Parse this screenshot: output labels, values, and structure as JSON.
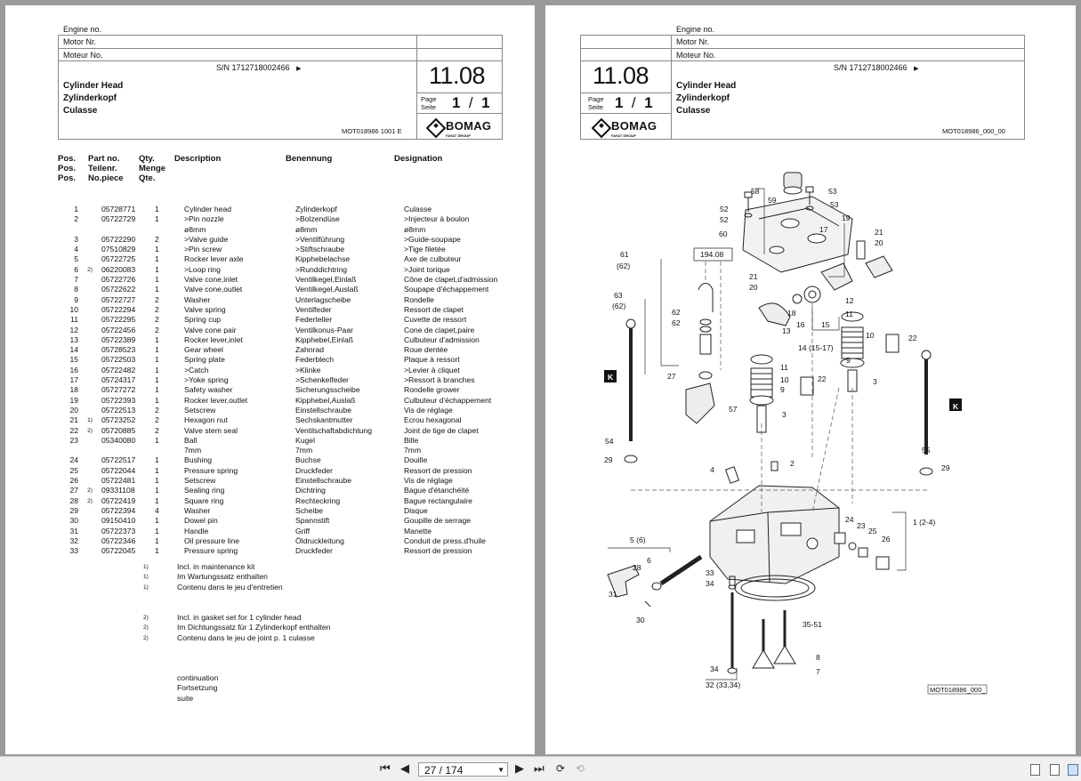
{
  "left": {
    "header": {
      "engine_no": "Engine no.",
      "motor_nr": "Motor Nr.",
      "moteur_no": "Moteur No.",
      "sn": "S/N 1712718002466",
      "sn_arrow": "▶",
      "title_en": "Cylinder Head",
      "title_de": "Zylinderkopf",
      "title_fr": "Culasse",
      "ref": "MOT018986 1001 E",
      "group": "11.08",
      "page_label1": "Page",
      "page_label2": "Seite",
      "page_num": "1",
      "page_sep": "/",
      "page_total": "1",
      "logo": "BOMAG",
      "logo_sub": "FAYAT GROUP"
    },
    "columns": {
      "pos": [
        "Pos.",
        "Pos.",
        "Pos."
      ],
      "part": [
        "Part no.",
        "Teilenr.",
        "No.piece"
      ],
      "qty": [
        "Qty.",
        "Menge",
        "Qte."
      ],
      "desc": "Description",
      "ben": "Benennung",
      "des": "Designation"
    },
    "rows": [
      {
        "pos": "1",
        "note": "",
        "part": "05728771",
        "qty": "1",
        "desc": "Cylinder head",
        "ben": "Zylinderkopf",
        "des": "Culasse"
      },
      {
        "pos": "2",
        "note": "",
        "part": "05722729",
        "qty": "1",
        "desc": ">Pin nozzle",
        "ben": ">Bolzendüse",
        "des": ">Injecteur à boulon"
      },
      {
        "pos": "",
        "note": "",
        "part": "",
        "qty": "",
        "desc": "ø8mm",
        "ben": "ø8mm",
        "des": "ø8mm"
      },
      {
        "pos": "3",
        "note": "",
        "part": "05722290",
        "qty": "2",
        "desc": ">Valve guide",
        "ben": ">Ventilführung",
        "des": ">Guide-soupape"
      },
      {
        "pos": "4",
        "note": "",
        "part": "07510829",
        "qty": "1",
        "desc": ">Pin screw",
        "ben": ">Stiftschraube",
        "des": ">Tige filetée"
      },
      {
        "pos": "5",
        "note": "",
        "part": "05722725",
        "qty": "1",
        "desc": "Rocker lever axle",
        "ben": "Kipphebelachse",
        "des": "Axe de culbuteur"
      },
      {
        "pos": "6",
        "note": "2)",
        "part": "06220083",
        "qty": "1",
        "desc": ">Loop ring",
        "ben": ">Runddichtring",
        "des": ">Joint torique"
      },
      {
        "pos": "7",
        "note": "",
        "part": "05722726",
        "qty": "1",
        "desc": "Valve cone,inlet",
        "ben": "Ventilkegel,Einlaß",
        "des": "Cône de clapet,d'admission"
      },
      {
        "pos": "8",
        "note": "",
        "part": "05722622",
        "qty": "1",
        "desc": "Valve cone,outlet",
        "ben": "Ventilkegel,Auslaß",
        "des": "Soupape d'échappement"
      },
      {
        "pos": "9",
        "note": "",
        "part": "05722727",
        "qty": "2",
        "desc": "Washer",
        "ben": "Unterlagscheibe",
        "des": "Rondelle"
      },
      {
        "pos": "10",
        "note": "",
        "part": "05722294",
        "qty": "2",
        "desc": "Valve spring",
        "ben": "Ventilfeder",
        "des": "Ressort de clapet"
      },
      {
        "pos": "11",
        "note": "",
        "part": "05722295",
        "qty": "2",
        "desc": "Spring cup",
        "ben": "Federteller",
        "des": "Cuvette de ressort"
      },
      {
        "pos": "12",
        "note": "",
        "part": "05722456",
        "qty": "2",
        "desc": "Valve cone pair",
        "ben": "Ventilkonus-Paar",
        "des": "Cone de clapet,paire"
      },
      {
        "pos": "13",
        "note": "",
        "part": "05722389",
        "qty": "1",
        "desc": "Rocker lever,inlet",
        "ben": "Kipphebel,Einlaß",
        "des": "Culbuteur d'admission"
      },
      {
        "pos": "14",
        "note": "",
        "part": "05728523",
        "qty": "1",
        "desc": "Gear wheel",
        "ben": "Zahnrad",
        "des": "Roue dentée"
      },
      {
        "pos": "15",
        "note": "",
        "part": "05722503",
        "qty": "1",
        "desc": "Spring plate",
        "ben": "Federblech",
        "des": "Plaque à ressort"
      },
      {
        "pos": "16",
        "note": "",
        "part": "05722482",
        "qty": "1",
        "desc": ">Catch",
        "ben": ">Klinke",
        "des": ">Levier à cliquet"
      },
      {
        "pos": "17",
        "note": "",
        "part": "05724317",
        "qty": "1",
        "desc": ">Yoke spring",
        "ben": ">Schenkelfeder",
        "des": ">Ressort à branches"
      },
      {
        "pos": "18",
        "note": "",
        "part": "05727272",
        "qty": "1",
        "desc": "Safety washer",
        "ben": "Sicherungsscheibe",
        "des": "Rondelle grower"
      },
      {
        "pos": "19",
        "note": "",
        "part": "05722393",
        "qty": "1",
        "desc": "Rocker lever,outlet",
        "ben": "Kipphebel,Auslaß",
        "des": "Culbuteur d'échappement"
      },
      {
        "pos": "20",
        "note": "",
        "part": "05722513",
        "qty": "2",
        "desc": "Setscrew",
        "ben": "Einstellschraube",
        "des": "Vis de réglage"
      },
      {
        "pos": "21",
        "note": "1)",
        "part": "05723252",
        "qty": "2",
        "desc": "Hexagon nut",
        "ben": "Sechskantmutter",
        "des": "Ecrou hexagonal"
      },
      {
        "pos": "22",
        "note": "2)",
        "part": "05720885",
        "qty": "2",
        "desc": "Valve stem seal",
        "ben": "Ventilschaftabdichtung",
        "des": "Joint de tige de clapet"
      },
      {
        "pos": "23",
        "note": "",
        "part": "05340080",
        "qty": "1",
        "desc": "Ball",
        "ben": "Kugel",
        "des": "Bille"
      },
      {
        "pos": "",
        "note": "",
        "part": "",
        "qty": "",
        "desc": "7mm",
        "ben": "7mm",
        "des": "7mm"
      },
      {
        "pos": "24",
        "note": "",
        "part": "05722517",
        "qty": "1",
        "desc": "Bushing",
        "ben": "Buchse",
        "des": "Douille"
      },
      {
        "pos": "25",
        "note": "",
        "part": "05722044",
        "qty": "1",
        "desc": "Pressure spring",
        "ben": "Druckfeder",
        "des": "Ressort de pression"
      },
      {
        "pos": "26",
        "note": "",
        "part": "05722481",
        "qty": "1",
        "desc": "Setscrew",
        "ben": "Einstellschraube",
        "des": "Vis de réglage"
      },
      {
        "pos": "27",
        "note": "2)",
        "part": "09331108",
        "qty": "1",
        "desc": "Sealing ring",
        "ben": "Dichtring",
        "des": "Bague d'étanchéité"
      },
      {
        "pos": "28",
        "note": "2)",
        "part": "05722419",
        "qty": "1",
        "desc": "Square ring",
        "ben": "Rechteckring",
        "des": "Bague rectangulaire"
      },
      {
        "pos": "29",
        "note": "",
        "part": "05722394",
        "qty": "4",
        "desc": "Washer",
        "ben": "Scheibe",
        "des": "Disque"
      },
      {
        "pos": "30",
        "note": "",
        "part": "09150410",
        "qty": "1",
        "desc": "Dowel pin",
        "ben": "Spannstift",
        "des": "Goupille de serrage"
      },
      {
        "pos": "31",
        "note": "",
        "part": "05722373",
        "qty": "1",
        "desc": "Handle",
        "ben": "Griff",
        "des": "Manette"
      },
      {
        "pos": "32",
        "note": "",
        "part": "05722346",
        "qty": "1",
        "desc": "Oil pressure line",
        "ben": "Öldruckleitung",
        "des": "Conduit de press.d'huile"
      },
      {
        "pos": "33",
        "note": "",
        "part": "05722045",
        "qty": "1",
        "desc": "Pressure spring",
        "ben": "Druckfeder",
        "des": "Ressort de pression"
      }
    ],
    "notes1": {
      "sup": "1)",
      "lines": [
        "Incl. in maintenance kit",
        "Im Wartungssatz enthalten",
        "Contenu dans le jeu d'entretien"
      ]
    },
    "notes2": {
      "sup": "2)",
      "lines": [
        "Incl. in gasket set for 1 cylinder head",
        "Im Dichtungssatz für 1 Zylinderkopf enthalten",
        "Contenu dans le jeu de joint p. 1 culasse"
      ]
    },
    "continuation": [
      "continuation",
      "Fortsetzung",
      "suite"
    ]
  },
  "right": {
    "header": {
      "engine_no": "Engine no.",
      "motor_nr": "Motor Nr.",
      "moteur_no": "Moteur No.",
      "sn": "S/N 1712718002466",
      "sn_arrow": "▶",
      "title_en": "Cylinder Head",
      "title_de": "Zylinderkopf",
      "title_fr": "Culasse",
      "ref": "MOT018986_000_00",
      "group": "11.08",
      "page_label1": "Page",
      "page_label2": "Seite",
      "page_num": "1",
      "page_sep": "/",
      "page_total": "1",
      "logo": "BOMAG",
      "logo_sub": "FAYAT GROUP"
    },
    "diagram": {
      "labels": [
        "58",
        "59",
        "53",
        "52",
        "53",
        "52",
        "60",
        "17",
        "19",
        "21",
        "20",
        "61",
        "(62)",
        "194.08",
        "21",
        "20",
        "18",
        "16",
        "15",
        "12",
        "11",
        "62",
        "62",
        "63",
        "(62)",
        "13",
        "14 (15-17)",
        "10",
        "22",
        "9",
        "11",
        "10",
        "22",
        "9",
        "3",
        "3",
        "27",
        "57",
        "K",
        "K",
        "54",
        "55",
        "29",
        "29",
        "4",
        "2",
        "24",
        "23",
        "25",
        "26",
        "1 (2-4)",
        "5 (6)",
        "6",
        "28",
        "33",
        "34",
        "31",
        "30",
        "35-51",
        "8",
        "7",
        "34",
        "32 (33,34)"
      ],
      "figure_ref": "MOT018986_000_"
    }
  },
  "toolbar": {
    "page_display": "27 / 174",
    "first": "⏮",
    "prev": "◀",
    "next": "▶",
    "last": "⏭"
  }
}
